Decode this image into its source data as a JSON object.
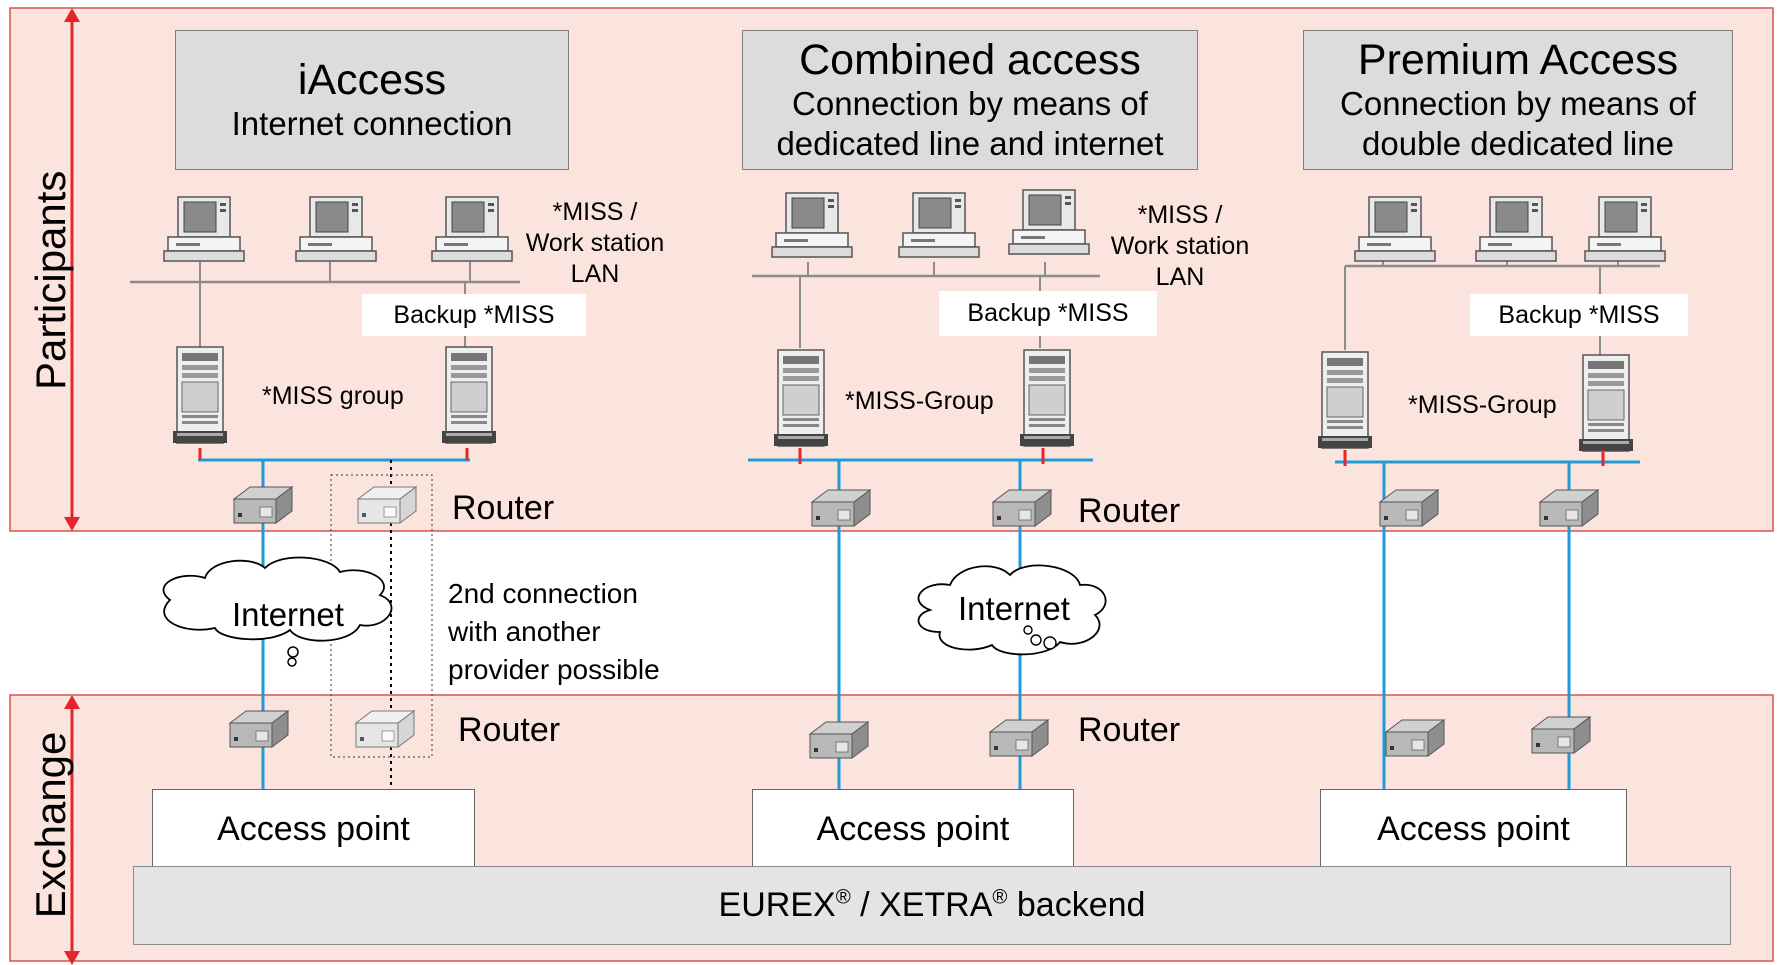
{
  "zones": {
    "participants_label": "Participants",
    "exchange_label": "Exchange"
  },
  "columns": [
    {
      "title": "iAccess",
      "subtitle_line1": "Internet connection",
      "subtitle_line2": "",
      "lan_label": [
        "*MISS /",
        "Work station",
        "LAN"
      ],
      "backup_label": "Backup *MISS",
      "group_label": "*MISS group",
      "router_label_top": "Router",
      "router_label_bottom": "Router",
      "cloud_label": "Internet",
      "note": [
        "2nd connection",
        "with another",
        "provider possible"
      ],
      "access_point": "Access point"
    },
    {
      "title": "Combined access",
      "subtitle_line1": "Connection by means of",
      "subtitle_line2": "dedicated line and internet",
      "lan_label": [
        "*MISS /",
        "Work station",
        "LAN"
      ],
      "backup_label": "Backup *MISS",
      "group_label": "*MISS-Group",
      "router_label_top": "Router",
      "router_label_bottom": "Router",
      "cloud_label": "Internet",
      "access_point": "Access point"
    },
    {
      "title": "Premium Access",
      "subtitle_line1": "Connection by means of",
      "subtitle_line2": "double dedicated line",
      "backup_label": "Backup *MISS",
      "group_label": "*MISS-Group",
      "access_point": "Access point"
    }
  ],
  "backend": {
    "part1": "EUREX",
    "reg": "®",
    "part2": " / XETRA",
    "part3": " backend"
  },
  "colors": {
    "zone_fill": "#fce4de",
    "zone_border": "#d9534f",
    "arrow": "#e3262b",
    "line_blue": "#1f9bd7",
    "lan_gray": "#8c8c8c"
  }
}
